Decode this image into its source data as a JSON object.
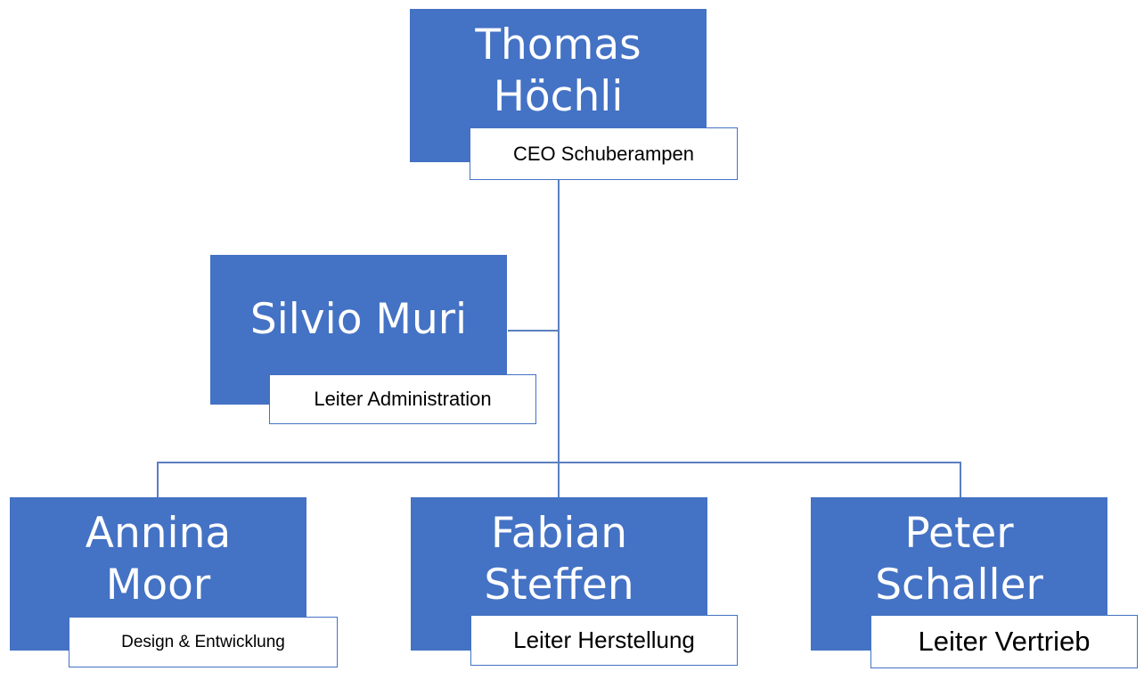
{
  "colors": {
    "node_fill": "#4472c4",
    "connector": "#5b7fbf",
    "label_border": "#4472c4",
    "node_text": "#ffffff",
    "label_text": "#000000"
  },
  "nodes": {
    "ceo": {
      "name_line1": "Thomas",
      "name_line2": "Höchli",
      "title": "CEO Schuberampen"
    },
    "assistant": {
      "name": "Silvio Muri",
      "title": "Leiter Administration"
    },
    "reports": [
      {
        "name_line1": "Annina",
        "name_line2": "Moor",
        "title": "Design & Entwicklung"
      },
      {
        "name_line1": "Fabian",
        "name_line2": "Steffen",
        "title": "Leiter Herstellung"
      },
      {
        "name_line1": "Peter",
        "name_line2": "Schaller",
        "title": "Leiter Vertrieb"
      }
    ]
  }
}
